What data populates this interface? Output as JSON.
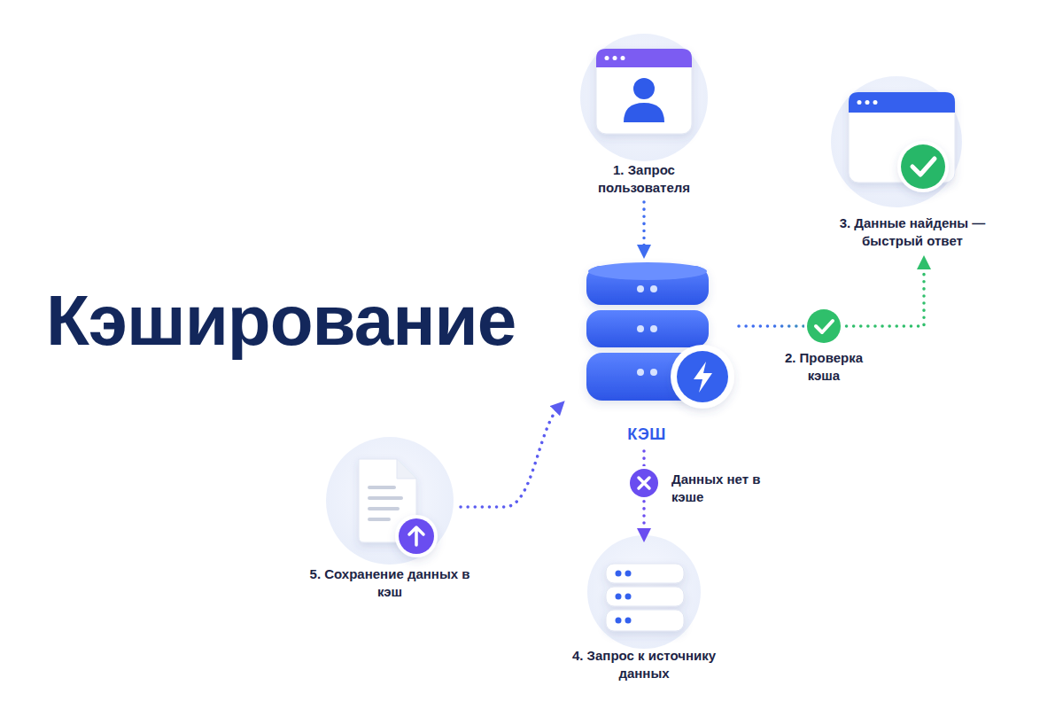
{
  "diagram": {
    "title": "Кэширование",
    "nodes": [
      {
        "text": [
          "1. Запрос пользователя"
        ]
      },
      {
        "text": [
          "3. Данные найдены — быстрый ответ"
        ]
      },
      {
        "text": [
          "КЭШ"
        ]
      },
      {
        "text": [
          "5. Сохранение данных в кэш"
        ]
      },
      {
        "text": [
          "4. Запрос к источнику данных"
        ]
      }
    ],
    "edges": [
      {
        "from": 0,
        "to": 2,
        "arrow": "to"
      },
      {
        "from": 2,
        "to": 1,
        "label": "2. Проверка кэша",
        "arrow": "to"
      },
      {
        "from": 2,
        "to": 4,
        "label": "Данных нет в кэше",
        "arrow": "to"
      },
      {
        "from": 3,
        "to": 2,
        "arrow": "to"
      }
    ]
  }
}
